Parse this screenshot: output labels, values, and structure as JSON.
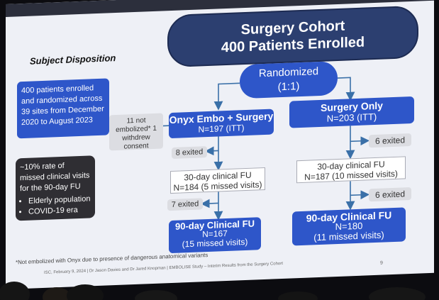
{
  "slide": {
    "title_line1": "Surgery Cohort",
    "title_line2": "400 Patients Enrolled",
    "subject_disposition": "Subject Disposition",
    "enrollment_text": "400 patients enrolled and randomized across 39 sites from December 2020 to August 2023",
    "missed_visits_note": {
      "lead": "~10% rate of missed clinical visits for the 90-day FU",
      "bullets": [
        "Elderly population",
        "COVID-19 era"
      ]
    },
    "randomized": {
      "line1": "Randomized",
      "line2": "(1:1)"
    },
    "not_embolized": "11 not embolized* 1 withdrew consent",
    "arms": [
      {
        "title": "Onyx Embo + Surgery",
        "n": "N=197 (ITT)",
        "exit1": "8 exited",
        "fu30_line1": "30-day clinical FU",
        "fu30_line2": "N=184 (5 missed visits)",
        "exit2": "7 exited",
        "fu90_title": "90-day Clinical FU",
        "fu90_n": "N=167",
        "fu90_missed": "(15 missed visits)"
      },
      {
        "title": "Surgery Only",
        "n": "N=203 (ITT)",
        "exit1": "6 exited",
        "fu30_line1": "30-day clinical FU",
        "fu30_line2": "N=187 (10 missed visits)",
        "exit2": "6 exited",
        "fu90_title": "90-day Clinical FU",
        "fu90_n": "N=180",
        "fu90_missed": "(11 missed visits)"
      }
    ],
    "footnote": "*Not embolized with Onyx due to presence of dangerous anatomical variants",
    "footer": "ISC, February 9, 2024  |  Dr Jason Davies and Dr Jared Knopman  |  EMBOLISE Study – Interim Results from the Surgery Cohort",
    "page_number": "9"
  },
  "colors": {
    "primary_blue": "#2e56c9",
    "navy": "#2c3f70",
    "dark_box": "#2f2e33",
    "arrow": "#3a70a8"
  }
}
